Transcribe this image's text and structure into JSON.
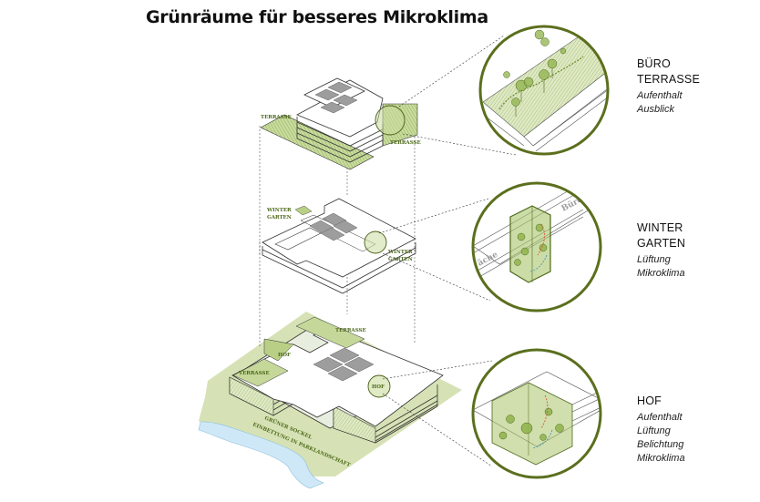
{
  "title": "Grünräume für besseres Mikroklima",
  "colors": {
    "accent": "#5b6f1d",
    "green_light": "#d5e3b3",
    "green_mid": "#a9c46a",
    "water": "#cfe8f7",
    "line": "#2a2a2a"
  },
  "map_labels": {
    "terrasse_top_left": "TERRASSE",
    "terrasse_top_right": "TERRASSE",
    "winter_left_1": "WINTER",
    "winter_left_2": "GARTEN",
    "winter_right_1": "WINTER",
    "winter_right_2": "GARTEN",
    "terrasse_base_top": "TERRASSE",
    "hof_left": "HOF",
    "terrasse_base_left": "TERRASSE",
    "hof_circle": "HOF",
    "ground_1": "GRÜNER SOCKEL",
    "ground_2": "EINBETTUNG IN PARKLANDSCHAFT",
    "detail_winter_text_1": "Büro",
    "detail_winter_text_2": "äche"
  },
  "details": [
    {
      "heading": [
        "BÜRO",
        "TERRASSE"
      ],
      "items": [
        "Aufenthalt",
        "Ausblick"
      ]
    },
    {
      "heading": [
        "WINTER",
        "GARTEN"
      ],
      "items": [
        "Lüftung",
        "Mikroklima"
      ]
    },
    {
      "heading": [
        "HOF"
      ],
      "items": [
        "Aufenthalt",
        "Lüftung",
        "Belichtung",
        "Mikroklima"
      ]
    }
  ]
}
